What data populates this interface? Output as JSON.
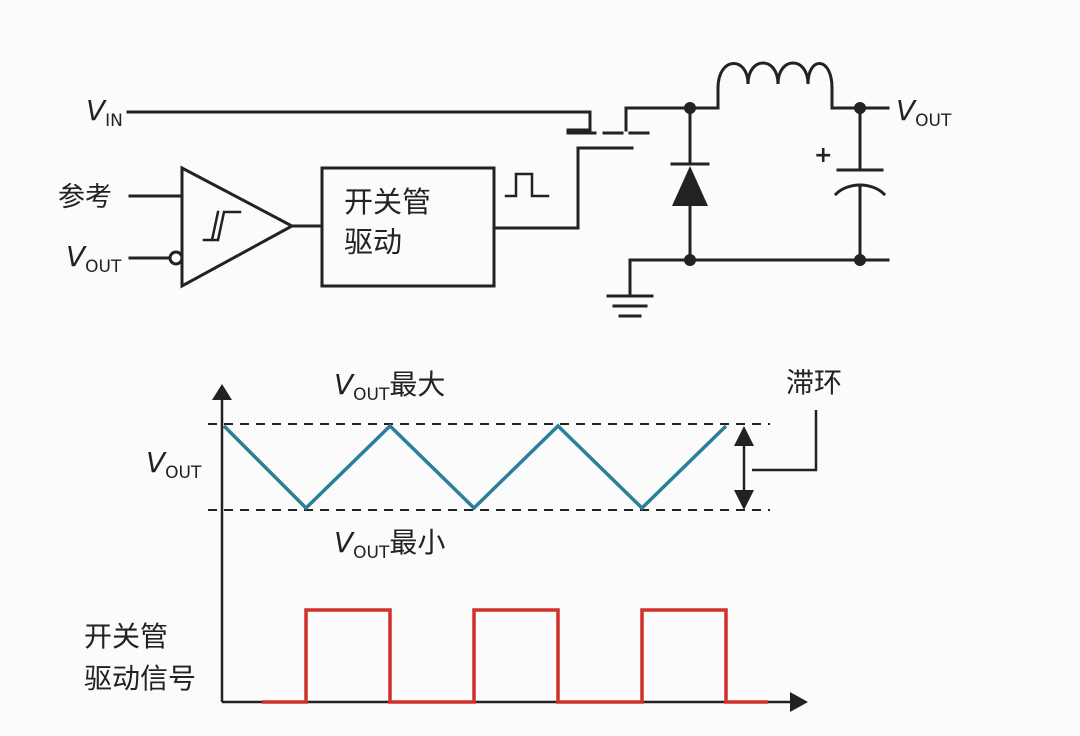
{
  "circuit": {
    "vin": {
      "main": "V",
      "sub": "IN"
    },
    "vout_right": {
      "main": "V",
      "sub": "OUT"
    },
    "reference_label": "参考",
    "vout_input": {
      "main": "V",
      "sub": "OUT"
    },
    "driver_line1": "开关管",
    "driver_line2": "驱动",
    "capacitor_plus": "+"
  },
  "waveform": {
    "vout_axis": {
      "main": "V",
      "sub": "OUT"
    },
    "vout_max": {
      "main": "V",
      "sub": "OUT",
      "suffix": "最大"
    },
    "vout_min": {
      "main": "V",
      "sub": "OUT",
      "suffix": "最小"
    },
    "hysteresis_label": "滞环",
    "switch_signal_line1": "开关管",
    "switch_signal_line2": "驱动信号",
    "colors": {
      "vout_wave": "#2a7f9a",
      "drive_signal": "#d0302a",
      "line": "#222222"
    }
  }
}
